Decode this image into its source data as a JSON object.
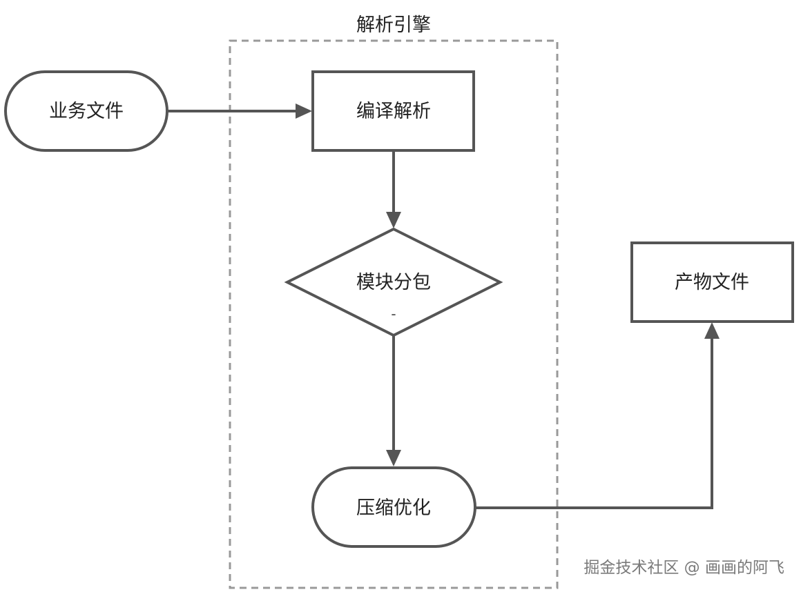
{
  "group": {
    "title": "解析引擎"
  },
  "nodes": {
    "business_files": "业务文件",
    "compile_parse": "编译解析",
    "module_split": "模块分包",
    "module_split_note": "-",
    "compress_optimize": "压缩优化",
    "output_files": "产物文件"
  },
  "watermark": "掘金技术社区 @ 画画的阿飞",
  "colors": {
    "stroke": "#555555",
    "group_border": "#999999",
    "text": "#222222",
    "background": "#ffffff"
  }
}
